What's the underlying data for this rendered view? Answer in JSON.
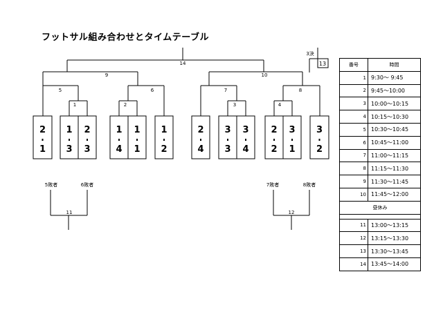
{
  "title": "フットサル組み合わせとタイムテーブル",
  "bracket": {
    "match_numbers": [
      "1",
      "2",
      "3",
      "4",
      "5",
      "6",
      "7",
      "8",
      "9",
      "10",
      "11",
      "12",
      "14"
    ],
    "third_place_label": "3決",
    "third_place_match": "13",
    "teams": [
      {
        "top": "2",
        "bottom": "1"
      },
      {
        "top": "1",
        "bottom": "3"
      },
      {
        "top": "2",
        "bottom": "3"
      },
      {
        "top": "1",
        "bottom": "4"
      },
      {
        "top": "1",
        "bottom": "1"
      },
      {
        "top": "1",
        "bottom": "2"
      },
      {
        "top": "2",
        "bottom": "4"
      },
      {
        "top": "3",
        "bottom": "3"
      },
      {
        "top": "3",
        "bottom": "4"
      },
      {
        "top": "2",
        "bottom": "2"
      },
      {
        "top": "3",
        "bottom": "1"
      },
      {
        "top": "3",
        "bottom": "2"
      }
    ],
    "consolation": {
      "left": {
        "a": "5敗者",
        "b": "6敗者",
        "match": "11"
      },
      "right": {
        "a": "7敗者",
        "b": "8敗者",
        "match": "12"
      }
    }
  },
  "timetable": {
    "headers": {
      "num": "番号",
      "time": "時間"
    },
    "morning": [
      {
        "num": "1",
        "time": " 9:30～ 9:45"
      },
      {
        "num": "2",
        "time": " 9:45～10:00"
      },
      {
        "num": "3",
        "time": "10:00～10:15"
      },
      {
        "num": "4",
        "time": "10:15～10:30"
      },
      {
        "num": "5",
        "time": "10:30～10:45"
      },
      {
        "num": "6",
        "time": "10:45～11:00"
      },
      {
        "num": "7",
        "time": "11:00～11:15"
      },
      {
        "num": "8",
        "time": "11:15～11:30"
      },
      {
        "num": "9",
        "time": "11:30～11:45"
      },
      {
        "num": "10",
        "time": "11:45～12:00"
      }
    ],
    "lunch": "昼休み",
    "afternoon": [
      {
        "num": "11",
        "time": "13:00～13:15"
      },
      {
        "num": "12",
        "time": "13:15～13:30"
      },
      {
        "num": "13",
        "time": "13:30～13:45"
      },
      {
        "num": "14",
        "time": "13:45～14:00"
      }
    ]
  }
}
